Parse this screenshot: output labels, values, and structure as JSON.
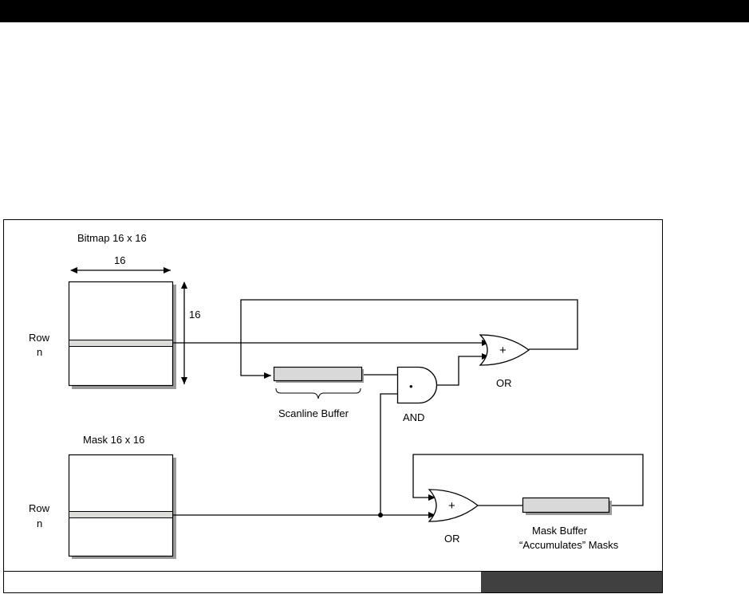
{
  "diagram": {
    "bitmap_title": "Bitmap 16 x 16",
    "bitmap_width": "16",
    "bitmap_height": "16",
    "row_label_1": "Row",
    "row_label_2": "n",
    "scanline_label": "Scanline Buffer",
    "and_label": "AND",
    "and_symbol": "•",
    "or_label": "OR",
    "or_symbol": "+",
    "mask_title": "Mask 16 x 16",
    "mask_buffer_line1": "Mask Buffer",
    "mask_buffer_line2": "“Accumulates” Masks"
  },
  "colors": {
    "row_fill": "#dcdcd8",
    "buffer_fill": "#d9d9d9",
    "shadow": "#9a9a9a",
    "footer_fill": "#404040"
  }
}
